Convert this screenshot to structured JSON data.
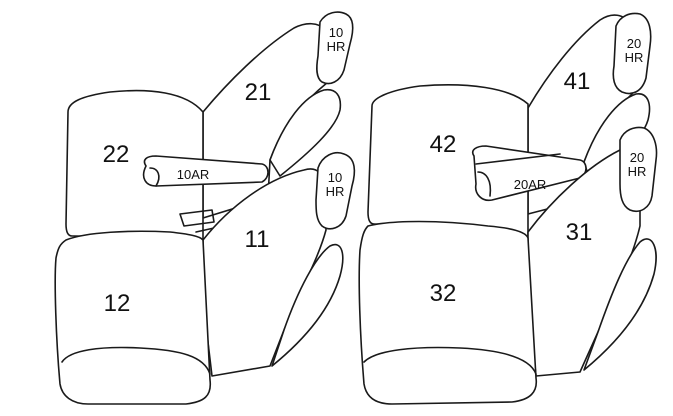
{
  "left_group": {
    "rear_back_label": "21",
    "rear_headrest": {
      "line1": "10",
      "line2": "HR"
    },
    "front_left_back_label": "22",
    "armrest_label": "10AR",
    "front_right_back_label": "11",
    "front_headrest": {
      "line1": "10",
      "line2": "HR"
    },
    "cushion_label": "12"
  },
  "right_group": {
    "rear_back_label": "41",
    "rear_headrest": {
      "line1": "20",
      "line2": "HR"
    },
    "front_left_back_label": "42",
    "armrest_label": "20AR",
    "front_right_back_label": "31",
    "front_headrest": {
      "line1": "20",
      "line2": "HR"
    },
    "cushion_label": "32"
  }
}
